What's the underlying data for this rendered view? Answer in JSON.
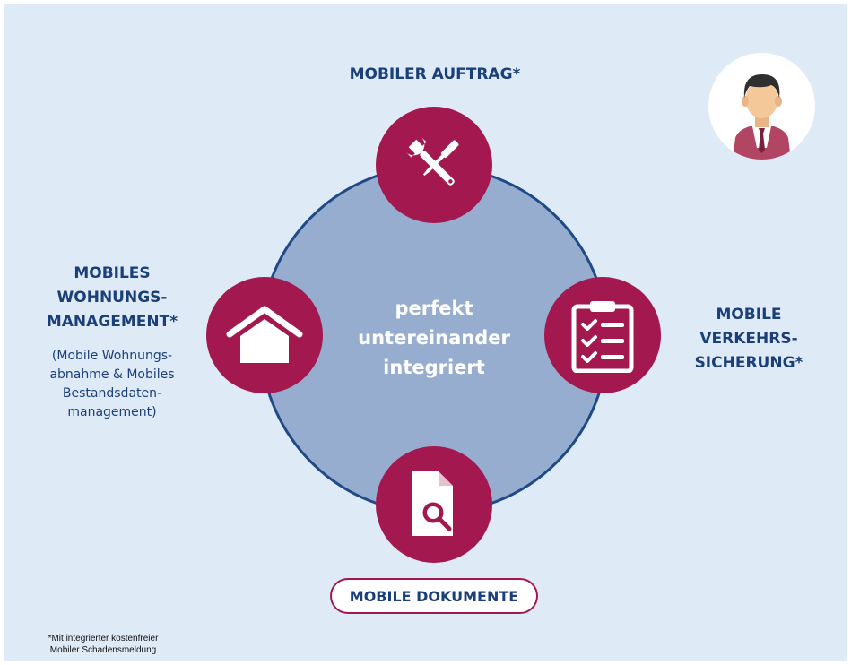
{
  "center": {
    "line1": "perfekt",
    "line2": "untereinander",
    "line3": "integriert"
  },
  "nodes": {
    "top": {
      "label": "MOBILER AUFTRAG*",
      "icon": "tools-icon"
    },
    "right": {
      "label_line1": "MOBILE",
      "label_line2": "VERKEHRS-",
      "label_line3": "SICHERUNG*",
      "icon": "checklist-icon"
    },
    "left": {
      "label_line1": "MOBILES",
      "label_line2": "WOHNUNGS-",
      "label_line3": "MANAGEMENT*",
      "sub_line1": "(Mobile Wohnungs-",
      "sub_line2": "abnahme & Mobiles",
      "sub_line3": "Bestandsdaten-",
      "sub_line4": "management)",
      "icon": "house-icon"
    },
    "bottom": {
      "label": "MOBILE DOKUMENTE",
      "icon": "document-search-icon"
    }
  },
  "footnote": {
    "line1": "*Mit integrierter kostenfreier",
    "line2": "Mobiler Schadensmeldung"
  },
  "avatar": {
    "icon": "businessman-avatar-icon"
  },
  "colors": {
    "background": "#dfeaf7",
    "circle_fill": "#97add0",
    "circle_border": "#1f4a86",
    "node_fill": "#a3194f",
    "label_text": "#1b3f78"
  }
}
